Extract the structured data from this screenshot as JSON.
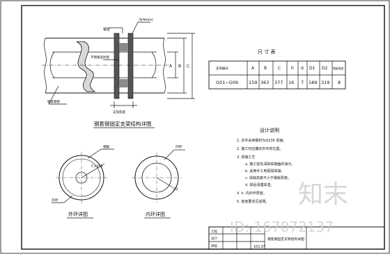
{
  "sheet": {
    "sheet_number": "101.07"
  },
  "section_view": {
    "caption": "钢套钢固定支架结构详图",
    "top_label_1": "钢管",
    "top_label_2": "δ(4mm)",
    "mid_label": "不锈钢波纹管",
    "side_label": "钢套钢管",
    "dim_a": "A",
    "dim_b": "B",
    "dim_c": "C",
    "bottom_label": "支架底座"
  },
  "size_table": {
    "title": "尺 寸 表",
    "headers": [
      "支架编号",
      "A",
      "B",
      "C",
      "h",
      "d",
      "D1",
      "D2",
      "钢板厚度"
    ],
    "rows": [
      [
        "G01~G09",
        "159",
        "363",
        "377",
        "16",
        "7",
        "189",
        "319",
        "8"
      ]
    ]
  },
  "notes": {
    "title": "设计说明",
    "items": [
      "1. 本件采用钢材为Q235 焊接。",
      "2. 施工时应确定外环的位置。",
      "3. 焊接工艺",
      "a. 施工前先清除焊接面的油污。",
      "b. 采用手工电弧焊焊接。",
      "c. 焊缝高度不小于钢板厚度。",
      "d. 焊后清理焊渣。",
      "4. h. 内外环厚度。",
      "5. 其他要求见说明。"
    ]
  },
  "outer_ring": {
    "caption": "外环详图",
    "label_top": "钢板",
    "label_bottom": "外环",
    "dim": "C+100"
  },
  "inner_ring": {
    "caption": "内环详图",
    "label_top": "内环",
    "dim": "D2"
  },
  "title_block": {
    "row1": "工程",
    "row2": "设计",
    "row3": "审核",
    "drawing_title": "钢套钢固定支架结构详图"
  },
  "watermark": {
    "brand": "知末",
    "id_text": "ID: 167072137"
  }
}
